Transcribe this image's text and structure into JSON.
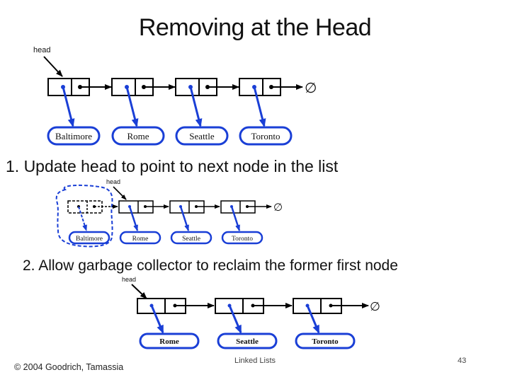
{
  "slide": {
    "title": "Removing at the Head",
    "step1": "1.   Update head to point to next node in the list",
    "step2": "2. Allow garbage collector to reclaim the former first node",
    "footer_left": "© 2004 Goodrich, Tamassia",
    "footer_center": "Linked Lists",
    "page_number": "43"
  },
  "diagram_1": {
    "head_label": "head",
    "nodes": [
      "Baltimore",
      "Rome",
      "Seattle",
      "Toronto"
    ],
    "null_symbol": "∅"
  },
  "diagram_2": {
    "head_label": "head",
    "nodes": [
      "Baltimore",
      "Rome",
      "Seattle",
      "Toronto"
    ],
    "null_symbol": "∅",
    "removed_node": "Baltimore"
  },
  "diagram_3": {
    "head_label": "head",
    "nodes": [
      "Rome",
      "Seattle",
      "Toronto"
    ],
    "null_symbol": "∅"
  },
  "colors": {
    "pointer_blue": "#1a3fd6",
    "text": "#111111"
  }
}
